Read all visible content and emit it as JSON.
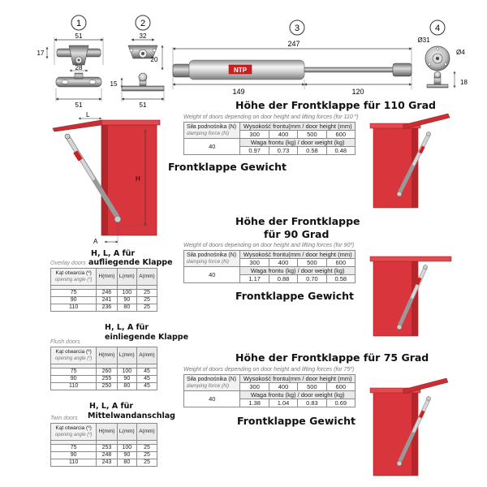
{
  "top": {
    "badges": [
      "1",
      "2",
      "3",
      "4"
    ],
    "part1": {
      "width_top": "51",
      "height_left": "17",
      "inner": "28",
      "width_bottom": "51"
    },
    "part2": {
      "width_top": "32",
      "height_right": "20",
      "height_right2": "15",
      "width_bottom": "51"
    },
    "spring": {
      "total": "247",
      "left": "149",
      "right": "120",
      "brand": "NTP"
    },
    "part4": {
      "dia_outer": "Ø31",
      "dia_inner": "Ø4",
      "height": "18"
    }
  },
  "sections": [
    {
      "heading": "Höhe der Frontklappe für 110 Grad",
      "subhead": "Weight of doors depending on door height and lifting forces (for 110 º)",
      "weight_label": "Frontklappe Gewicht"
    },
    {
      "heading_line1": "Höhe der Frontklappe",
      "heading_line2": "für 90 Grad",
      "subhead": "Weight of doors depending on door height and lifting forces (for 90º)",
      "weight_label": "Frontklappe Gewicht"
    },
    {
      "heading": "Höhe der Frontklappe für 75 Grad",
      "subhead": "Weight of doors depending on door height and lifting forces (for 75º)",
      "weight_label": "Frontklappe Gewicht"
    }
  ],
  "force_table": {
    "label_pl": "Siła podnośnika (N)",
    "label_en": "damping force (N)",
    "height_hdr": "Wysokość frontu(mm / door height (mm)",
    "weight_hdr": "Waga frontu (kg) / door weight (kg)",
    "heights": [
      "300",
      "400",
      "500",
      "600"
    ],
    "force": "40"
  },
  "force_rows": [
    [
      "0.97",
      "0.73",
      "0.58",
      "0.48"
    ],
    [
      "1.17",
      "0.88",
      "0.70",
      "0.58"
    ],
    [
      "1.38",
      "1.04",
      "0.83",
      "0.69"
    ]
  ],
  "left_diagram": {
    "L": "L",
    "H": "H",
    "A": "A"
  },
  "hla_blocks": [
    {
      "title1": "H, L, A für",
      "title2": "aufliegende Klappe",
      "doortype": "Overlay doors",
      "rows": [
        [
          "75",
          "246",
          "100",
          "25"
        ],
        [
          "90",
          "241",
          "90",
          "25"
        ],
        [
          "110",
          "236",
          "80",
          "25"
        ]
      ]
    },
    {
      "title1": "H, L, A für",
      "title2": "einliegende Klappe",
      "doortype": "Flush doors",
      "rows": [
        [
          "75",
          "260",
          "100",
          "45"
        ],
        [
          "90",
          "255",
          "90",
          "45"
        ],
        [
          "110",
          "250",
          "80",
          "45"
        ]
      ]
    },
    {
      "title1": "H, L, A für",
      "title2": "Mittelwandanschlag",
      "doortype": "Twin doors",
      "rows": [
        [
          "75",
          "253",
          "100",
          "25"
        ],
        [
          "90",
          "248",
          "90",
          "25"
        ],
        [
          "110",
          "243",
          "80",
          "25"
        ]
      ]
    }
  ],
  "hla_header": {
    "angle_pl": "Kąt otwarcia (º)",
    "angle_en": "opening angle (º)",
    "h": "H(mm)",
    "l": "L(mm)",
    "a": "A(mm)"
  },
  "colors": {
    "door_red": "#d8363c",
    "door_dark": "#b5262b",
    "spring_grey": "#b8b8b8",
    "brand_red": "#cc2020"
  }
}
